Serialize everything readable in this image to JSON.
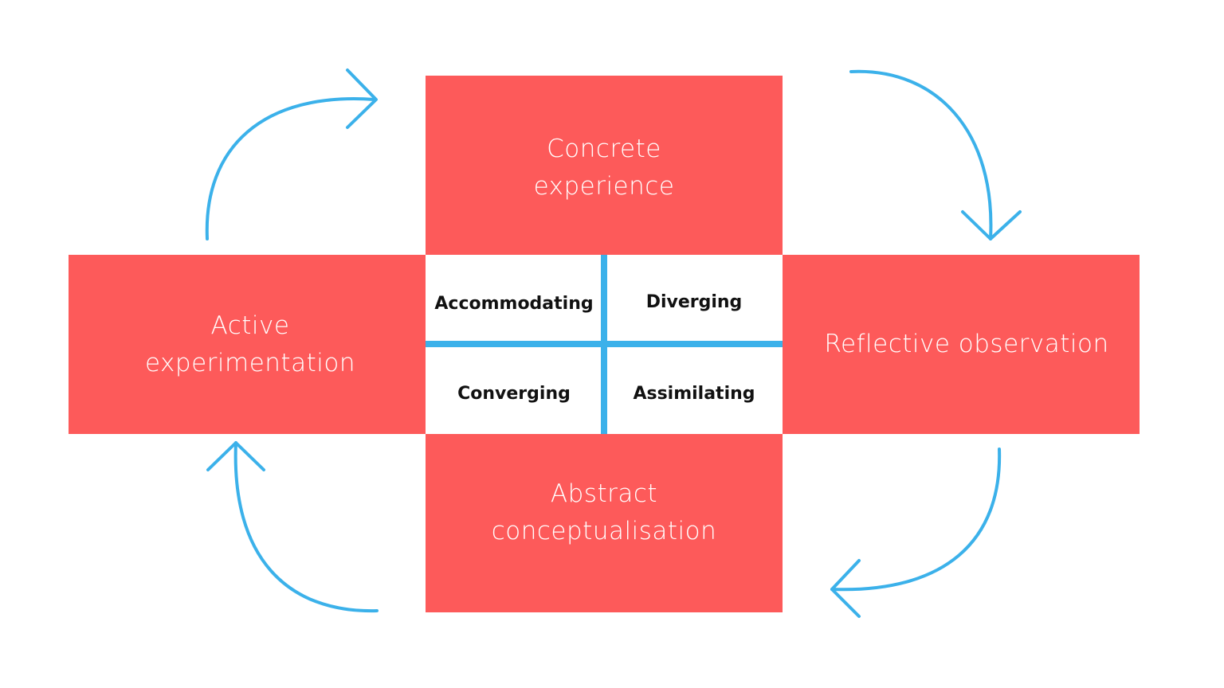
{
  "diagram": {
    "stages": {
      "top": {
        "lines": [
          "Concrete",
          "experience"
        ]
      },
      "right": {
        "lines": [
          "Reflective observation"
        ]
      },
      "bottom": {
        "lines": [
          "Abstract",
          "conceptualisation"
        ]
      },
      "left": {
        "lines": [
          "Active",
          "experimentation"
        ]
      }
    },
    "styles": {
      "top_left": "Accommodating",
      "top_right": "Diverging",
      "bottom_left": "Converging",
      "bottom_right": "Assimilating"
    },
    "colors": {
      "box": "#fd5a5a",
      "arrow": "#3bb1ea",
      "divider": "#3bb1ea",
      "background": "#ffffff"
    },
    "arrows": [
      {
        "from": "Active experimentation",
        "to": "Concrete experience",
        "direction": "clockwise"
      },
      {
        "from": "Concrete experience",
        "to": "Reflective observation",
        "direction": "clockwise"
      },
      {
        "from": "Reflective observation",
        "to": "Abstract conceptualisation",
        "direction": "clockwise"
      },
      {
        "from": "Abstract conceptualisation",
        "to": "Active experimentation",
        "direction": "clockwise"
      }
    ]
  }
}
